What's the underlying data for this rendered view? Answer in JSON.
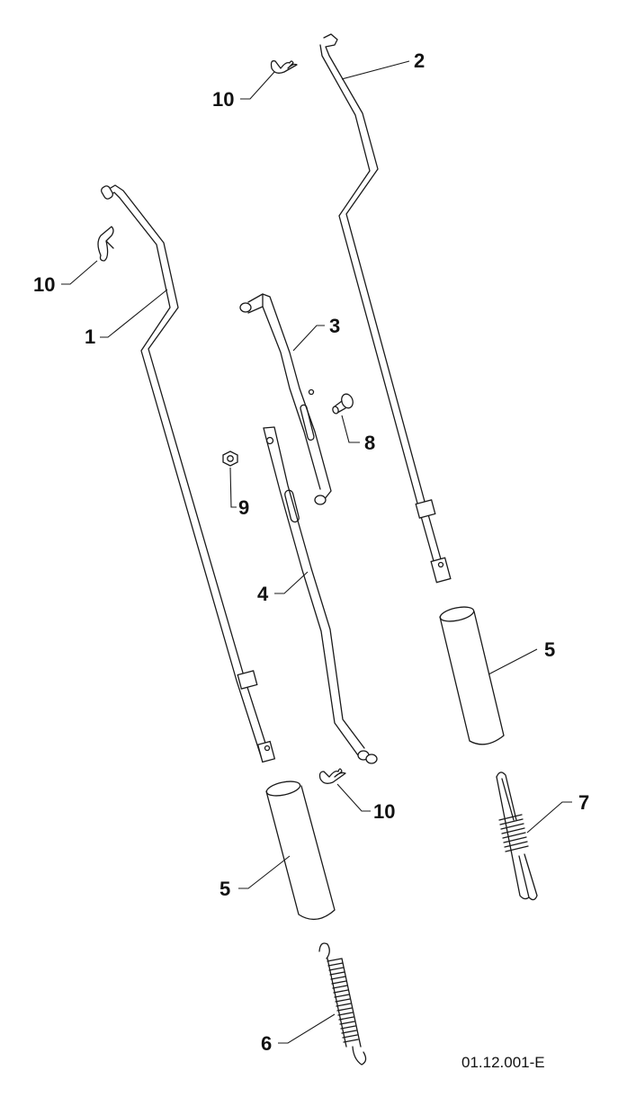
{
  "callouts": [
    {
      "id": "c1",
      "label": "1"
    },
    {
      "id": "c2",
      "label": "2"
    },
    {
      "id": "c3",
      "label": "3"
    },
    {
      "id": "c4",
      "label": "4"
    },
    {
      "id": "c5a",
      "label": "5"
    },
    {
      "id": "c5b",
      "label": "5"
    },
    {
      "id": "c6",
      "label": "6"
    },
    {
      "id": "c7",
      "label": "7"
    },
    {
      "id": "c8",
      "label": "8"
    },
    {
      "id": "c9",
      "label": "9"
    },
    {
      "id": "c10a",
      "label": "10"
    },
    {
      "id": "c10b",
      "label": "10"
    },
    {
      "id": "c10c",
      "label": "10"
    }
  ],
  "reference_code": "01.12.001-E"
}
